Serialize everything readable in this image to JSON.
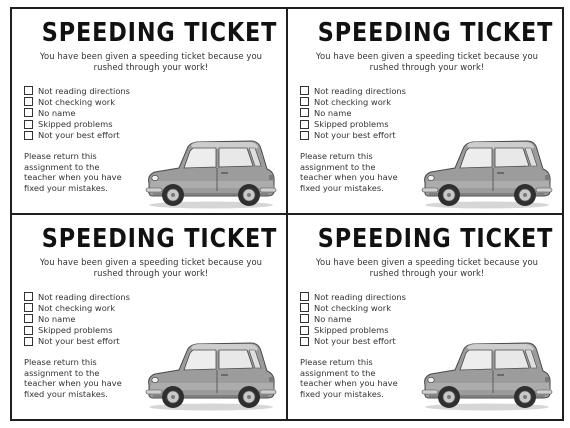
{
  "ticket": {
    "title": "SPEEDING TICKET",
    "message_line1": "You have been given a speeding ticket because you",
    "message_line2": "rushed through your work!",
    "checklist": [
      "Not reading directions",
      "Not checking work",
      "No name",
      "Skipped problems",
      "Not your best effort"
    ],
    "return_note_lines": [
      "Please return this",
      "assignment to the",
      "teacher when you have",
      "fixed your mistakes."
    ],
    "car_icon": "car-icon"
  },
  "colors": {
    "border": "#1f1f1f",
    "text": "#333333",
    "car_body": "#9c9c9c",
    "car_dark": "#4a4a4a"
  }
}
